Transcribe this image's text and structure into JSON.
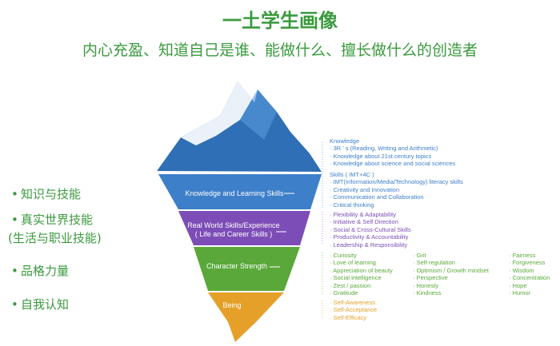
{
  "title": "一土学生画像",
  "subtitle": "内心充盈、知道自己是谁、能做什么、擅长做什么的创造者",
  "bullets": [
    "知识与技能",
    "真实世界技能",
    "(生活与职业技能)",
    "品格力量",
    "自我认知"
  ],
  "bullet_mark": "•",
  "colors": {
    "title": "#3a9a3e",
    "knowledge": "#3d7fc9",
    "real_world": "#7d4db7",
    "character": "#5aa83a",
    "being": "#e5a02a",
    "tip": "#2f6fb5"
  },
  "layers": {
    "knowledge": "Knowledge and Learning Skills",
    "real_world_line1": "Real World Skills/Experience",
    "real_world_line2": "( Life and Career Skills )",
    "character": "Character Strength",
    "being": "Being"
  },
  "knowledge": {
    "heading": "Knowledge",
    "items": [
      "· 3R ' s (Reading, Writing and Arithmetic)",
      "· Knowledge about 21st century topics",
      "· Knowledge about science and social sciences"
    ]
  },
  "skills": {
    "heading": "Skills ( IMT+4C )",
    "items": [
      "· IMT(Information/Media/Technology) literacy skills",
      "· Creativity and Innovation",
      "· Communication and Collaboration",
      "· Critical thinking"
    ]
  },
  "real_world": {
    "items": [
      "· Flexibility & Adaptability",
      "· Initiative & Self Direction",
      "· Social & Cross-Cultural Skills",
      "· Productivity & Accountability",
      "· Leadership & Responsibility"
    ]
  },
  "character": {
    "col1": [
      "· Curiosity",
      "· Love of learning",
      "· Appreciation of beauty",
      "· Social intelligence",
      "· Zest / passion",
      "· Gratitude"
    ],
    "col2": [
      "· Grit",
      "· Self-regulation",
      "· Optimism / Growth mindset",
      "· Perspective",
      "· Honesty",
      "· Kindness"
    ],
    "col3": [
      "· Fairness",
      "· Forgiveness",
      "· Wisdom",
      "· Concentration",
      "· Hope",
      "· Humor"
    ]
  },
  "being": {
    "items": [
      "· Self-Awareness",
      "· Self-Acceptance",
      "· Self-Efficacy"
    ]
  }
}
